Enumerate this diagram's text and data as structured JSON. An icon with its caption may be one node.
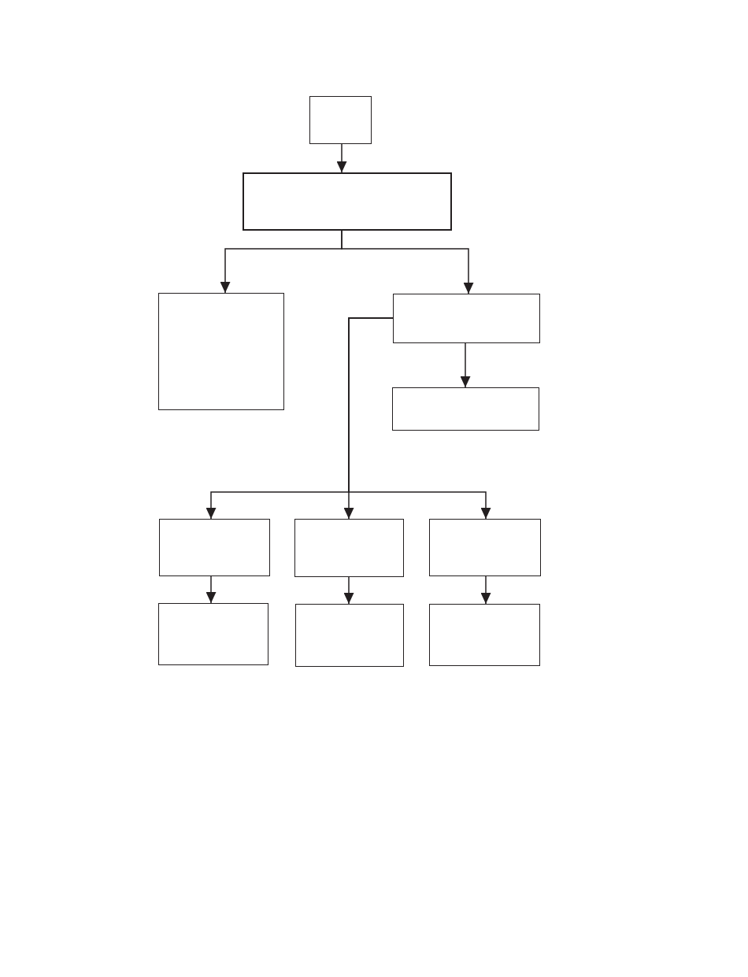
{
  "diagram": {
    "nodes": [
      {
        "text": [],
        "shape": "box"
      },
      {
        "text": [],
        "shape": "box"
      },
      {
        "text": [],
        "shape": "box"
      },
      {
        "text": [],
        "shape": "box"
      },
      {
        "text": [],
        "shape": "box"
      },
      {
        "text": [],
        "shape": "box"
      },
      {
        "text": [],
        "shape": "box"
      },
      {
        "text": [],
        "shape": "box"
      },
      {
        "text": [],
        "shape": "box"
      },
      {
        "text": [],
        "shape": "box"
      },
      {
        "text": [],
        "shape": "box"
      }
    ],
    "edges": [
      {
        "from": 0,
        "to": 1,
        "arrow": "to"
      },
      {
        "from": 1,
        "to": 2,
        "arrow": "to"
      },
      {
        "from": 1,
        "to": 3,
        "arrow": "to"
      },
      {
        "from": 3,
        "to": 4,
        "arrow": "to"
      },
      {
        "from": 3,
        "to": 5,
        "arrow": "to"
      },
      {
        "from": 3,
        "to": 6,
        "arrow": "to"
      },
      {
        "from": 3,
        "to": 7,
        "arrow": "to"
      },
      {
        "from": 5,
        "to": 8,
        "arrow": "to"
      },
      {
        "from": 6,
        "to": 9,
        "arrow": "to"
      },
      {
        "from": 7,
        "to": 10,
        "arrow": "to"
      }
    ]
  }
}
